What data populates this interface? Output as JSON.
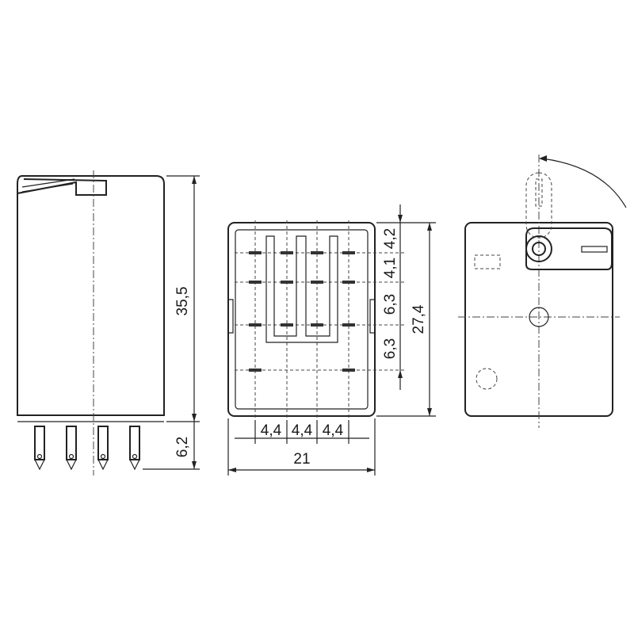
{
  "views": {
    "side": {
      "height_dim": "35,5",
      "pin_dim": "6,2"
    },
    "bottom": {
      "pitch_x": [
        "4,4",
        "4,4",
        "4,4"
      ],
      "width_dim": "21",
      "height_dim": "27,4",
      "row_pitch": [
        "4,2",
        "4,1",
        "6,3",
        "6,3"
      ]
    },
    "top": {}
  }
}
